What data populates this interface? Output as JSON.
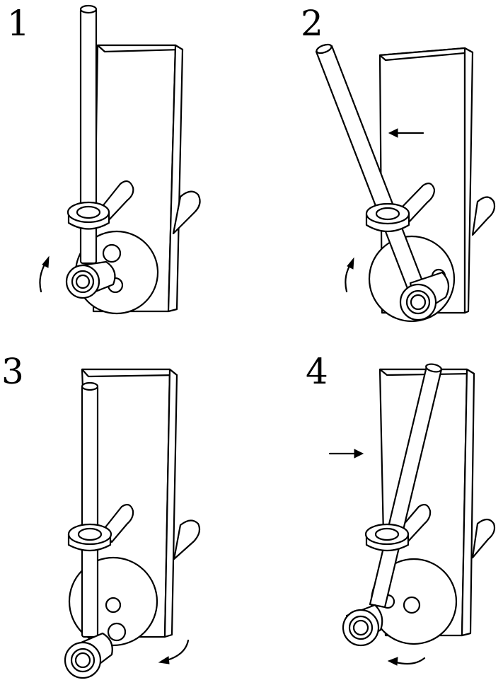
{
  "steps": [
    {
      "number": "1"
    },
    {
      "number": "2"
    },
    {
      "number": "3"
    },
    {
      "number": "4"
    }
  ],
  "colors": {
    "line": "#000000",
    "background": "#ffffff"
  }
}
